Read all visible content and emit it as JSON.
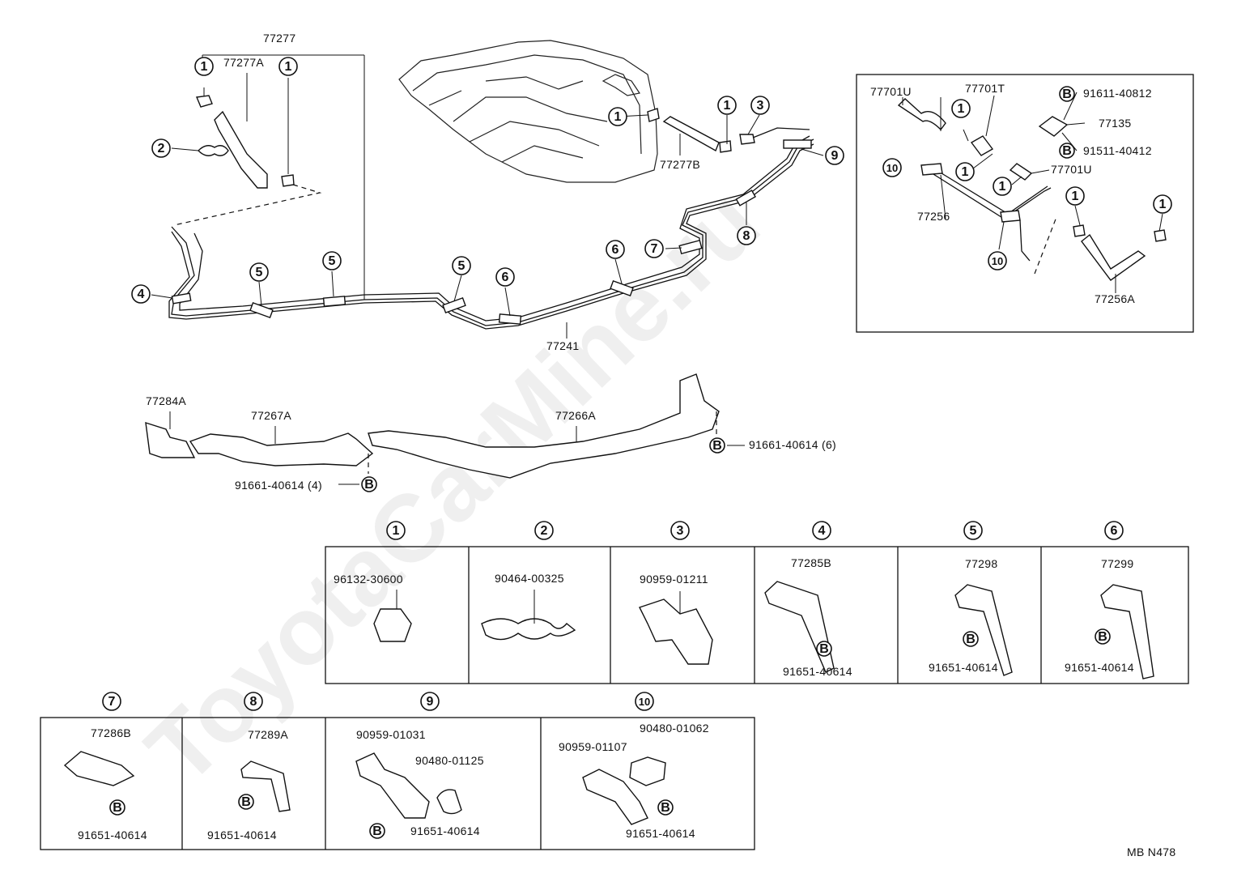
{
  "main_diagram": {
    "labels": {
      "p77277": "77277",
      "p77277A": "77277A",
      "p77277B": "77277B",
      "p77241": "77241",
      "p77284A": "77284A",
      "p77267A": "77267A",
      "p77266A": "77266A",
      "bolt_left": "91661-40614 (4)",
      "bolt_right": "91661-40614 (6)"
    },
    "callouts": [
      "1",
      "2",
      "3",
      "4",
      "5",
      "6",
      "7",
      "8",
      "9",
      "10"
    ],
    "bolt_symbol": "B"
  },
  "inset": {
    "labels": {
      "p77701U_a": "77701U",
      "p77701T": "77701T",
      "p91611": "91611-40812",
      "p77135": "77135",
      "p91511": "91511-40412",
      "p77701U_b": "77701U",
      "p77256": "77256",
      "p77256A": "77256A"
    }
  },
  "parts_table": {
    "cells": [
      {
        "num": "1",
        "parts": [
          "96132-30600"
        ]
      },
      {
        "num": "2",
        "parts": [
          "90464-00325"
        ]
      },
      {
        "num": "3",
        "parts": [
          "90959-01211"
        ]
      },
      {
        "num": "4",
        "parts": [
          "77285B",
          "91651-40614"
        ]
      },
      {
        "num": "5",
        "parts": [
          "77298",
          "91651-40614"
        ]
      },
      {
        "num": "6",
        "parts": [
          "77299",
          "91651-40614"
        ]
      },
      {
        "num": "7",
        "parts": [
          "77286B",
          "91651-40614"
        ]
      },
      {
        "num": "8",
        "parts": [
          "77289A",
          "91651-40614"
        ]
      },
      {
        "num": "9",
        "parts": [
          "90959-01031",
          "90480-01125",
          "91651-40614"
        ]
      },
      {
        "num": "10",
        "parts": [
          "90480-01062",
          "90959-01107",
          "91651-40614"
        ]
      }
    ]
  },
  "watermark": "ToyotaCarMine.ru",
  "figure_code": "MB N478"
}
